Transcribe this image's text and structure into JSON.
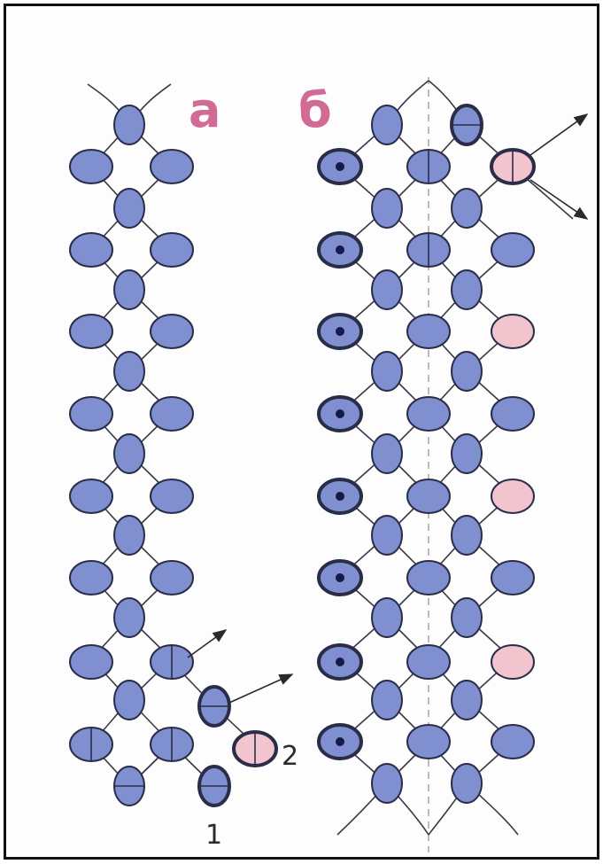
{
  "labels": {
    "panel_a": "а",
    "panel_b": "б",
    "bead_1": "1",
    "bead_2": "2"
  },
  "colors": {
    "bead_blue": "#7f8fd0",
    "bead_pink": "#f2c4cd",
    "bead_outline": "#2a2d48",
    "thread": "#3a3a46",
    "label_pink": "#d16a94",
    "center_dot": "#151a48",
    "axis_line": "#b8a8a0"
  }
}
